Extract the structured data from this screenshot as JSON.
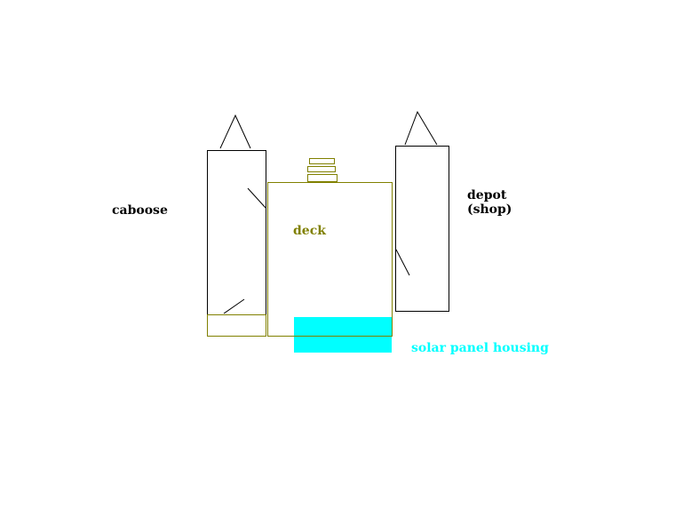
{
  "labels": {
    "caboose": "caboose",
    "depot_line1": "depot",
    "depot_line2": "(shop)",
    "deck": "deck",
    "solar": "solar panel housing"
  },
  "colors": {
    "black": "#000000",
    "olive": "#808000",
    "cyan": "#00ffff",
    "background": "#ffffff"
  }
}
